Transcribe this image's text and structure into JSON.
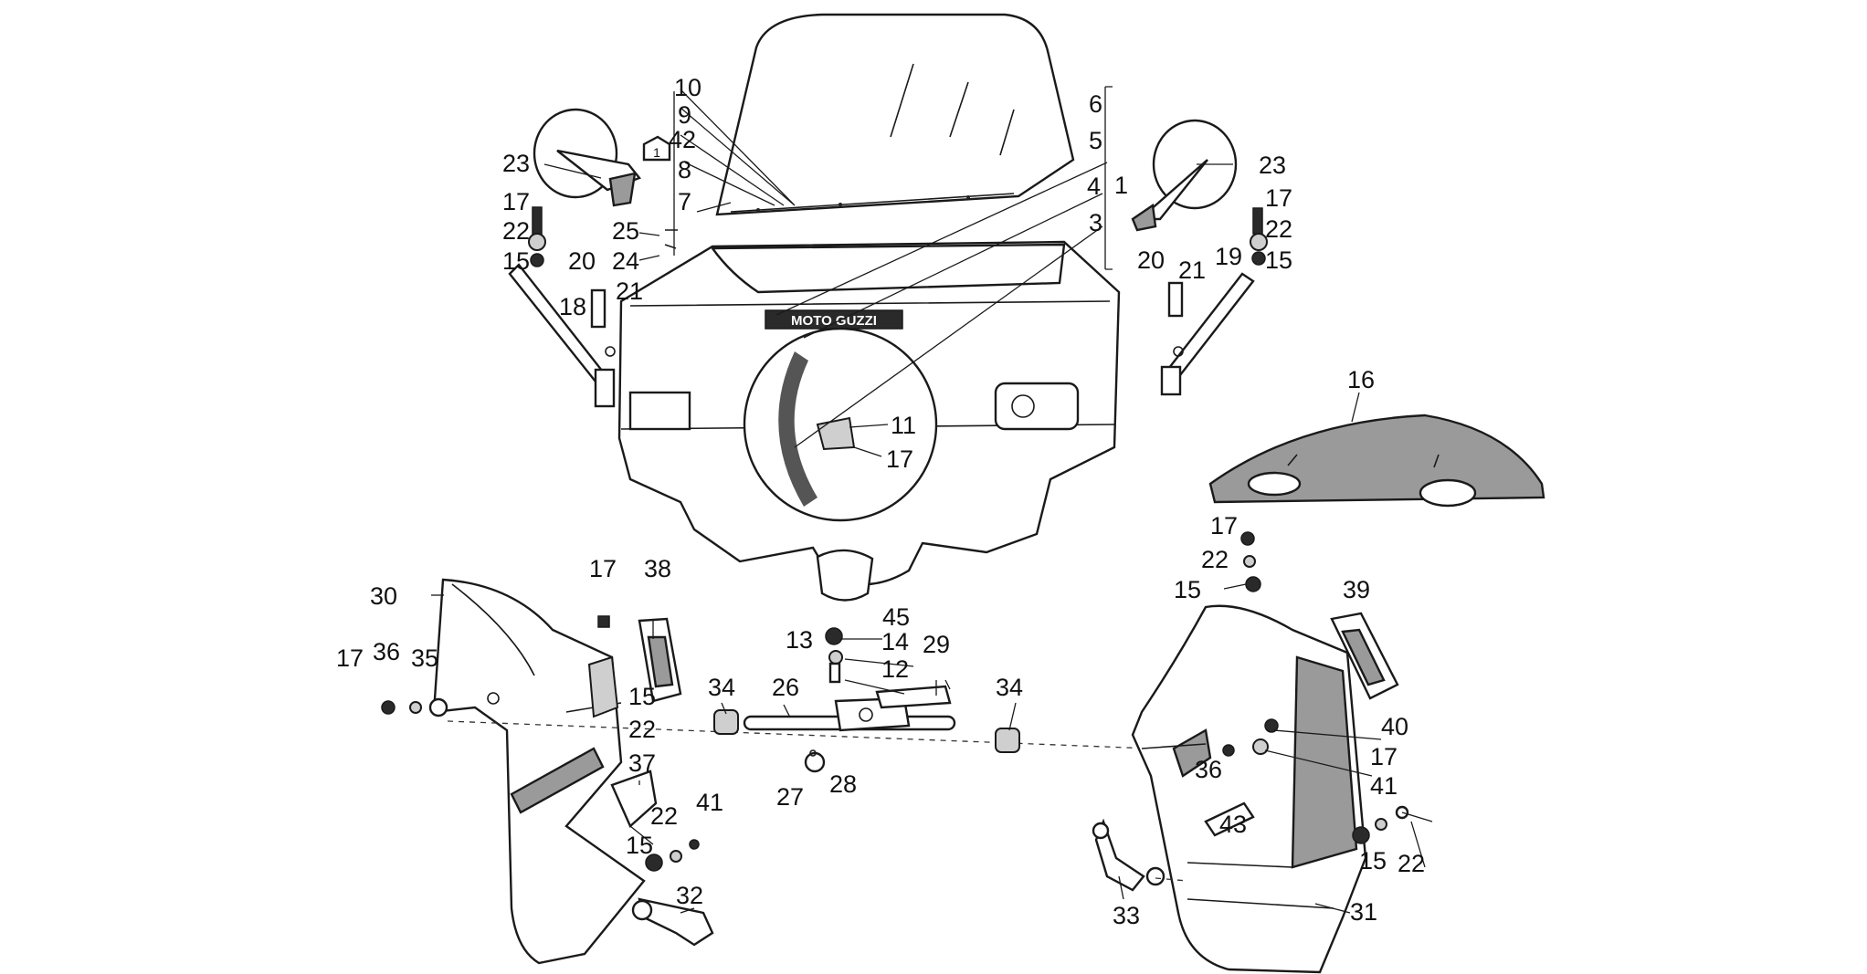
{
  "labels": [
    {
      "id": "10",
      "text": "10"
    },
    {
      "id": "9",
      "text": "9"
    },
    {
      "id": "42",
      "text": "42"
    },
    {
      "id": "8",
      "text": "8"
    },
    {
      "id": "7",
      "text": "7"
    },
    {
      "id": "6",
      "text": "6"
    },
    {
      "id": "5",
      "text": "5"
    },
    {
      "id": "4",
      "text": "4"
    },
    {
      "id": "1",
      "text": "1"
    },
    {
      "id": "3",
      "text": "3"
    },
    {
      "id": "23L",
      "text": "23"
    },
    {
      "id": "17a",
      "text": "17"
    },
    {
      "id": "22a",
      "text": "22"
    },
    {
      "id": "15a",
      "text": "15"
    },
    {
      "id": "25",
      "text": "25"
    },
    {
      "id": "24",
      "text": "24"
    },
    {
      "id": "20L",
      "text": "20"
    },
    {
      "id": "21L",
      "text": "21"
    },
    {
      "id": "18",
      "text": "18"
    },
    {
      "id": "23R",
      "text": "23"
    },
    {
      "id": "17b",
      "text": "17"
    },
    {
      "id": "22b",
      "text": "22"
    },
    {
      "id": "15b",
      "text": "15"
    },
    {
      "id": "20R",
      "text": "20"
    },
    {
      "id": "21R",
      "text": "21"
    },
    {
      "id": "19",
      "text": "19"
    },
    {
      "id": "11",
      "text": "11"
    },
    {
      "id": "17c",
      "text": "17"
    },
    {
      "id": "16",
      "text": "16"
    },
    {
      "id": "30",
      "text": "30"
    },
    {
      "id": "17d",
      "text": "17"
    },
    {
      "id": "38",
      "text": "38"
    },
    {
      "id": "17e",
      "text": "17"
    },
    {
      "id": "36L",
      "text": "36"
    },
    {
      "id": "35",
      "text": "35"
    },
    {
      "id": "15c",
      "text": "15"
    },
    {
      "id": "22c",
      "text": "22"
    },
    {
      "id": "37",
      "text": "37"
    },
    {
      "id": "22d",
      "text": "22"
    },
    {
      "id": "41L",
      "text": "41"
    },
    {
      "id": "15d",
      "text": "15"
    },
    {
      "id": "32",
      "text": "32"
    },
    {
      "id": "45",
      "text": "45"
    },
    {
      "id": "13",
      "text": "13"
    },
    {
      "id": "14",
      "text": "14"
    },
    {
      "id": "12",
      "text": "12"
    },
    {
      "id": "29",
      "text": "29"
    },
    {
      "id": "34L",
      "text": "34"
    },
    {
      "id": "26",
      "text": "26"
    },
    {
      "id": "34R",
      "text": "34"
    },
    {
      "id": "27",
      "text": "27"
    },
    {
      "id": "28",
      "text": "28"
    },
    {
      "id": "17f",
      "text": "17"
    },
    {
      "id": "22e",
      "text": "22"
    },
    {
      "id": "15e",
      "text": "15"
    },
    {
      "id": "39",
      "text": "39"
    },
    {
      "id": "40",
      "text": "40"
    },
    {
      "id": "36R",
      "text": "36"
    },
    {
      "id": "17g",
      "text": "17"
    },
    {
      "id": "43",
      "text": "43"
    },
    {
      "id": "41R",
      "text": "41"
    },
    {
      "id": "15f",
      "text": "15"
    },
    {
      "id": "22f",
      "text": "22"
    },
    {
      "id": "33",
      "text": "33"
    },
    {
      "id": "31",
      "text": "31"
    }
  ],
  "badge": "1",
  "brand_text": "MOTO GUZZI"
}
